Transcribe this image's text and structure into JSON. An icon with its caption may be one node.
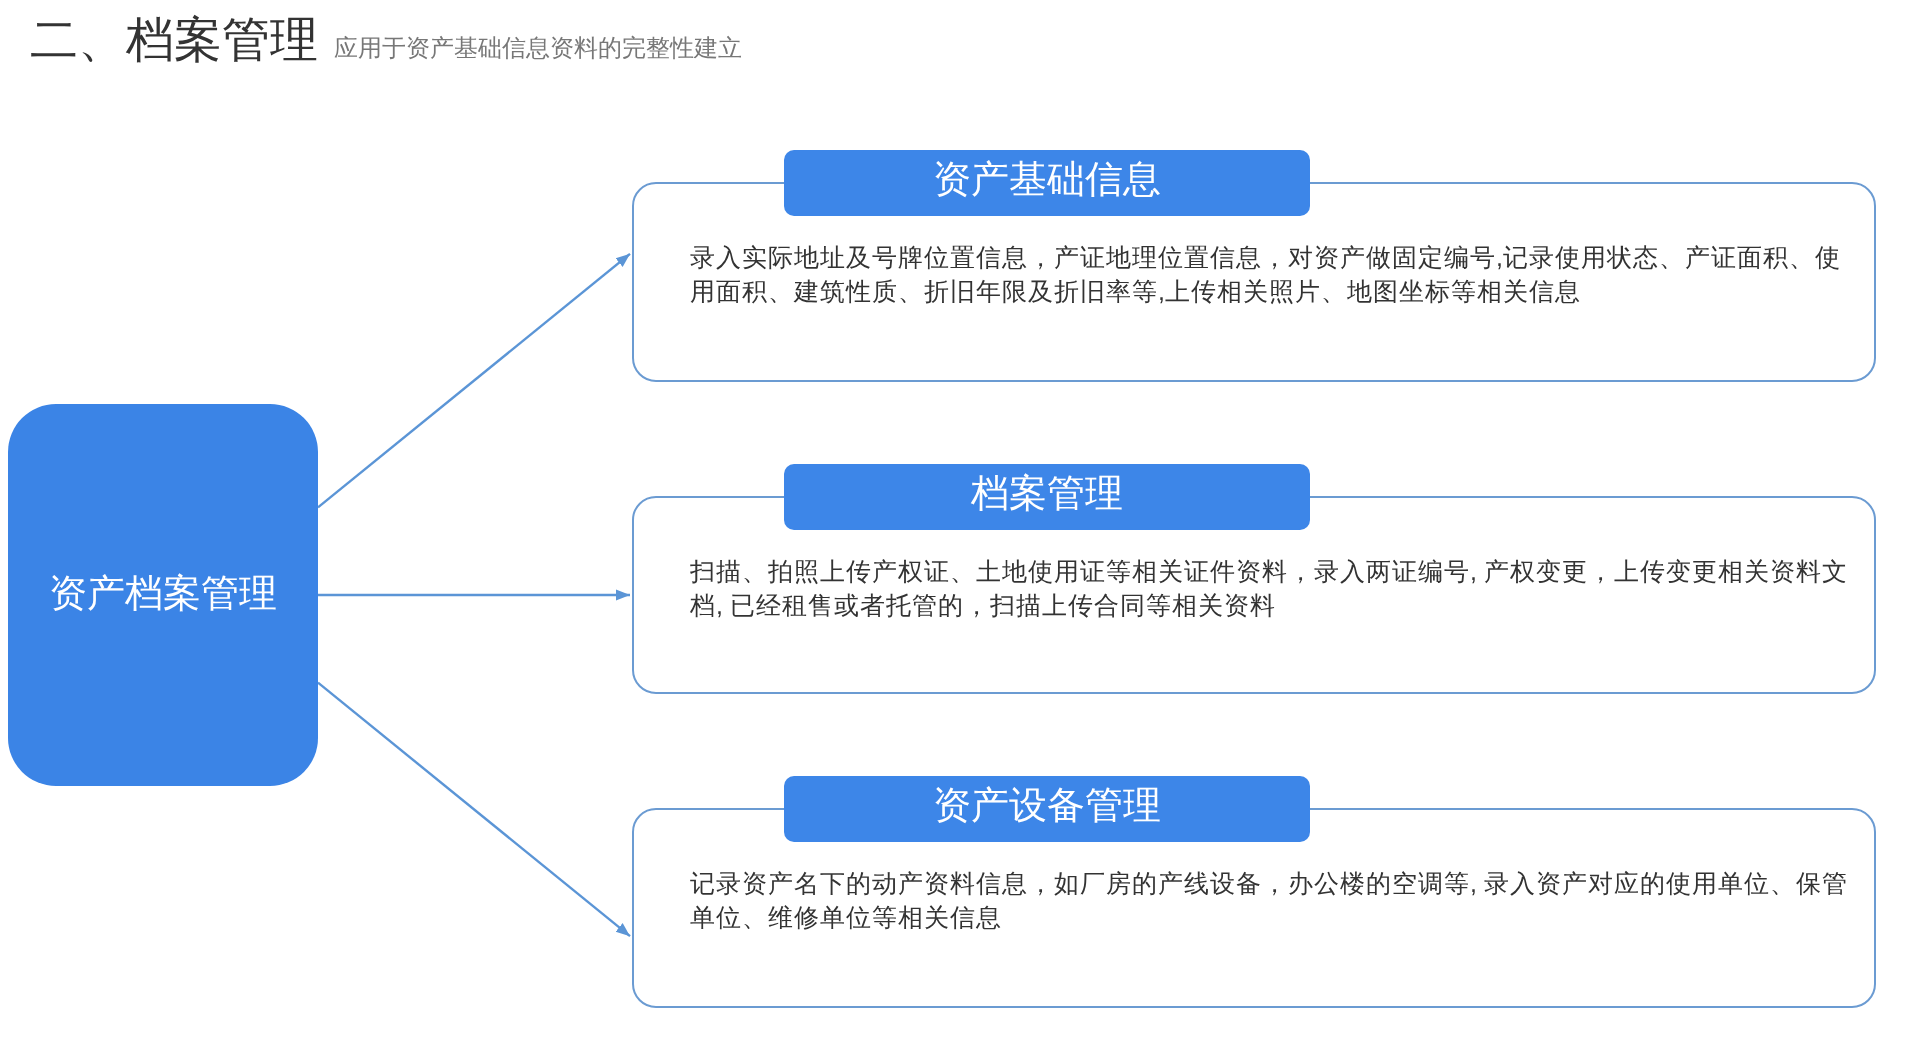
{
  "diagram": {
    "title": "二、档案管理",
    "nodes": [
      {
        "text": [
          "资产档案管理"
        ]
      },
      {
        "text": [
          "资产基础信息",
          "录入实际地址及号牌位置信息，产证地理位置信息，对资产做固定编号,记录使用状态、产证面积、使用面积、建筑性质、折旧年限及折旧率等,上传相关照片、地图坐标等相关信息"
        ]
      },
      {
        "text": [
          "档案管理",
          "扫描、拍照上传产权证、土地使用证等相关证件资料，录入两证编号, 产权变更，上传变更相关资料文档, 已经租售或者托管的，扫描上传合同等相关资料"
        ]
      },
      {
        "text": [
          "资产设备管理",
          "记录资产名下的动产资料信息，如厂房的产线设备，办公楼的空调等, 录入资产对应的使用单位、保管单位、维修单位等相关信息"
        ]
      }
    ],
    "edges": [
      {
        "from": 0,
        "to": 1,
        "arrow": "to"
      },
      {
        "from": 0,
        "to": 2,
        "arrow": "to"
      },
      {
        "from": 0,
        "to": 3,
        "arrow": "to"
      }
    ],
    "labels": [
      "应用于资产基础信息资料的完整性建立"
    ]
  }
}
